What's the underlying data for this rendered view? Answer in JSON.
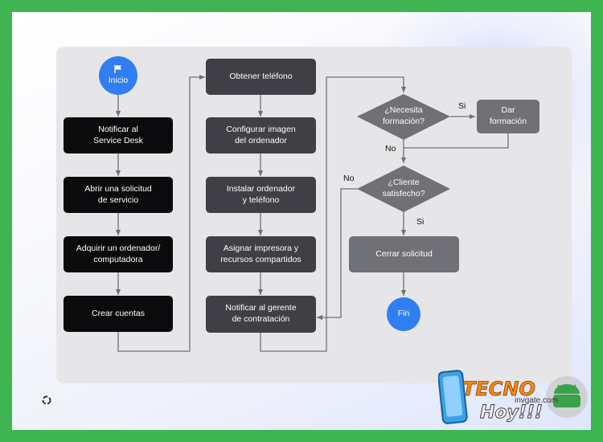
{
  "flowchart": {
    "start": "Inicio",
    "col1": [
      "Notificar al\nService Desk",
      "Abrir una solicitud\nde servicio",
      "Adquirir un ordenador/\ncomputadora",
      "Crear cuentas"
    ],
    "col2": [
      "Obtener teléfono",
      "Configurar imagen\ndel ordenador",
      "Instalar ordenador\ny teléfono",
      "Asignar impresora y\nrecursos compartidos",
      "Notificar al gerente\nde contratación"
    ],
    "decision1": "¿Necesita\nformación?",
    "training": "Dar\nformación",
    "decision2": "¿Cliente\nsatisfecho?",
    "close": "Cerrar solicitud",
    "end": "Fin",
    "labels": {
      "yes1": "Si",
      "no1": "No",
      "yes2": "Si",
      "no2": "No"
    }
  },
  "footer": {
    "watermark": "invgate.com"
  },
  "colors": {
    "black_box": "#0b0b0d",
    "dark_box": "#3f3f45",
    "mid_box": "#707077",
    "terminal": "#2f7ff2",
    "panel": "#e6e6e9",
    "border": "#3eb552"
  },
  "icons": {
    "start": "flag-icon",
    "logo": "invgate-logo-icon",
    "overlay": "tecnohoy-logo-icon"
  }
}
